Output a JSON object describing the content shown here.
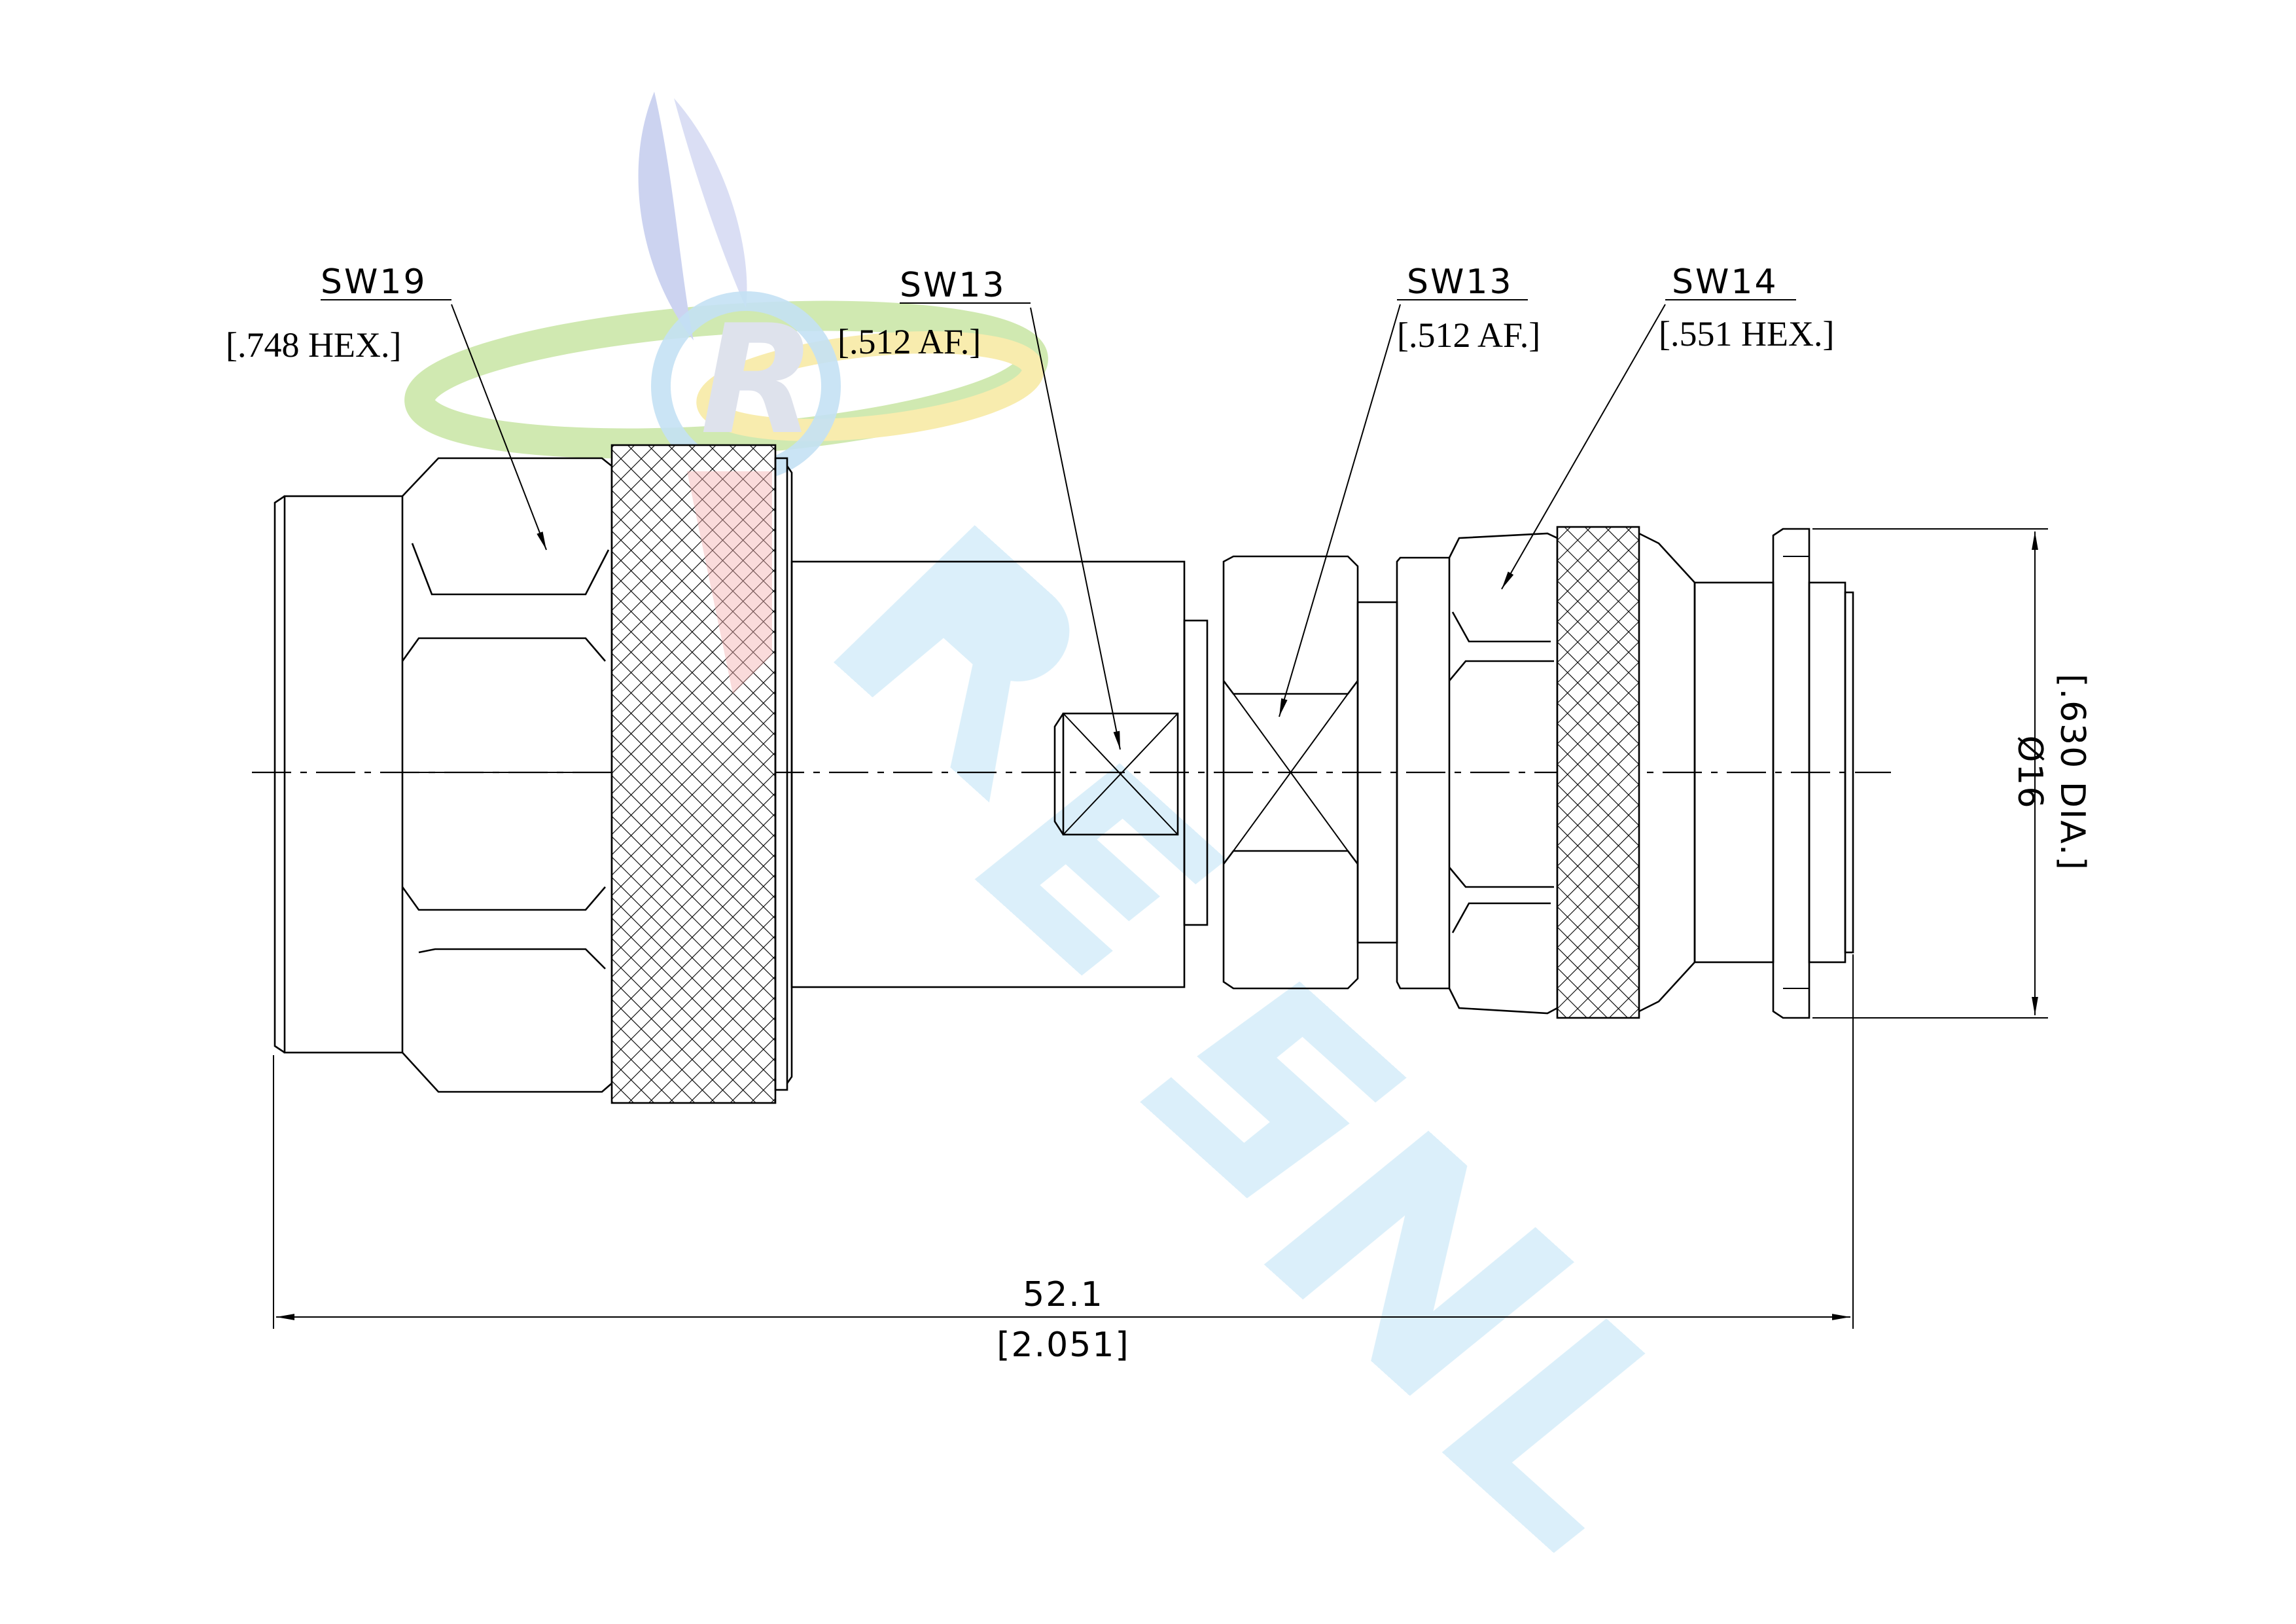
{
  "callouts": {
    "sw19": {
      "code": "SW19",
      "size": "[.748 HEX.]"
    },
    "sw13_a": {
      "code": "SW13",
      "size": "[.512 AF.]"
    },
    "sw13_b": {
      "code": "SW13",
      "size": "[.512 AF.]"
    },
    "sw14": {
      "code": "SW14",
      "size": "[.551 HEX.]"
    }
  },
  "dimensions": {
    "length_mm": "52.1",
    "length_in": "[2.051]",
    "diameter_mm": "Ø16",
    "diameter_in": "[.630 DIA.]"
  },
  "watermark": {
    "letter": "R",
    "colors": [
      "#a9b4e8",
      "#b6dd8a",
      "#f7e27a",
      "#f4a8a8",
      "#9fd4f0"
    ]
  }
}
